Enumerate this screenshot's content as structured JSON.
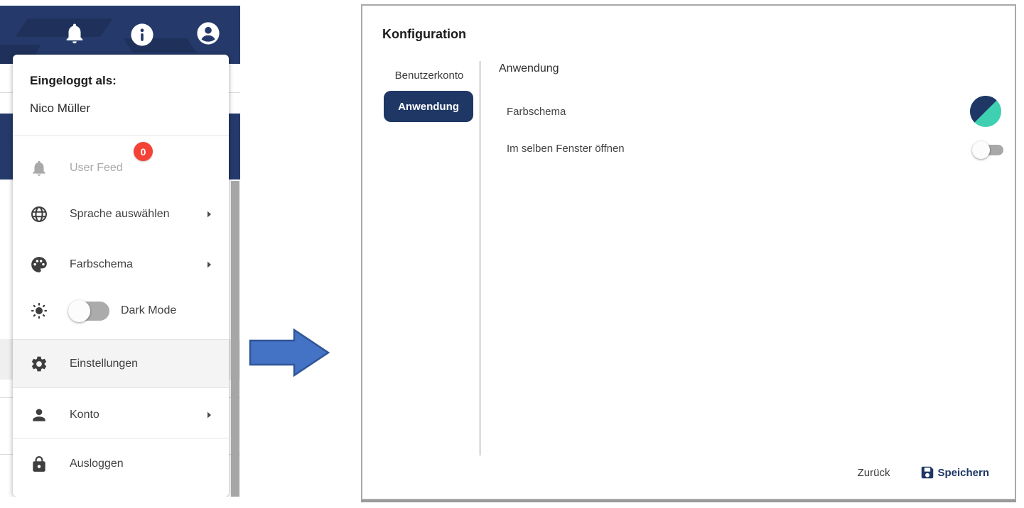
{
  "header": {
    "icons": [
      {
        "name": "notifications-icon"
      },
      {
        "name": "info-icon"
      },
      {
        "name": "account-icon"
      }
    ]
  },
  "user_menu": {
    "logged_in_label": "Eingeloggt als:",
    "user_name": "Nico Müller",
    "items": [
      {
        "label": "User Feed",
        "icon": "bell-icon",
        "badge": "0",
        "disabled": true
      },
      {
        "label": "Sprache auswählen",
        "icon": "globe-icon",
        "submenu": true
      },
      {
        "label": "Farbschema",
        "icon": "palette-icon",
        "submenu": true
      },
      {
        "label": "Dark Mode",
        "icon": "sun-icon",
        "toggle_state": "off"
      },
      {
        "label": "Einstellungen",
        "icon": "gear-icon",
        "highlighted": true
      },
      {
        "label": "Konto",
        "icon": "person-icon",
        "submenu": true
      },
      {
        "label": "Ausloggen",
        "icon": "lock-icon"
      }
    ]
  },
  "dialog": {
    "title": "Konfiguration",
    "tabs": [
      {
        "label": "Benutzerkonto",
        "active": false
      },
      {
        "label": "Anwendung",
        "active": true
      }
    ],
    "section_title": "Anwendung",
    "settings": [
      {
        "label": "Farbschema",
        "control": "color-scheme-circle"
      },
      {
        "label": "Im selben Fenster öffnen",
        "control": "toggle",
        "state": "off"
      }
    ],
    "footer": {
      "back_label": "Zurück",
      "save_label": "Speichern"
    }
  },
  "colors": {
    "header_navy": "#253A6B",
    "pill_navy": "#1E3765",
    "scheme_teal": "#3FD0B2",
    "badge_red": "#F44336",
    "arrow_fill": "#4472C4",
    "arrow_stroke": "#2F5597"
  }
}
